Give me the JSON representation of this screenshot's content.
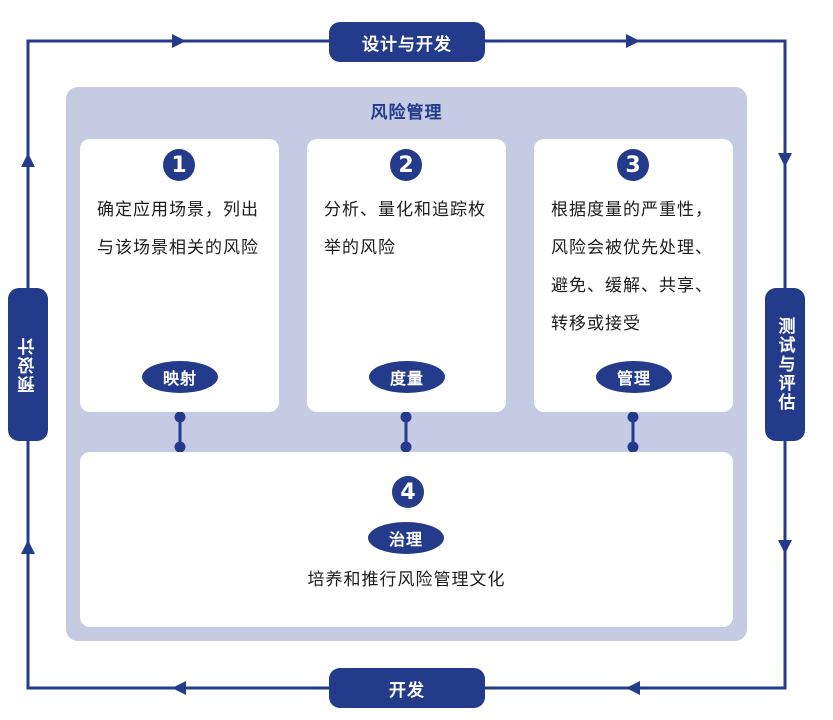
{
  "cycle": {
    "top": "设计与开发",
    "right": "测试与评估",
    "bottom": "开发",
    "left": "预设计"
  },
  "panel": {
    "title": "风险管理"
  },
  "steps": [
    {
      "number": "1",
      "text": "确定应用场景，列出与该场景相关的风险",
      "tag": "映射"
    },
    {
      "number": "2",
      "text": "分析、量化和追踪枚举的风险",
      "tag": "度量"
    },
    {
      "number": "3",
      "text": "根据度量的严重性，风险会被优先处理、避免、缓解、共享、转移或接受",
      "tag": "管理"
    }
  ],
  "governance": {
    "number": "4",
    "tag": "治理",
    "text": "培养和推行风险管理文化"
  },
  "colors": {
    "primary": "#243a8a",
    "panel": "#c6cbe4",
    "card": "#ffffff"
  }
}
